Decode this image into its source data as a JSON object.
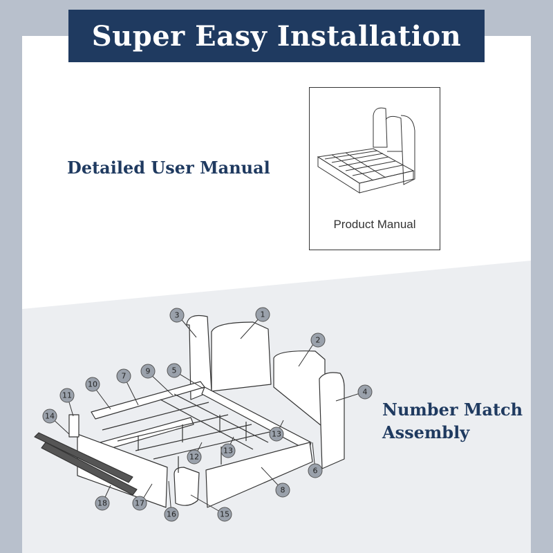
{
  "banner": {
    "title": "Super Easy Installation"
  },
  "section_manual": {
    "title": "Detailed User Manual",
    "caption": "Product Manual"
  },
  "section_assembly": {
    "title_line1": "Number Match",
    "title_line2": "Assembly"
  },
  "part_labels": [
    "1",
    "2",
    "3",
    "4",
    "5",
    "6",
    "7",
    "8",
    "9",
    "10",
    "11",
    "12",
    "13",
    "13",
    "14",
    "15",
    "16",
    "17",
    "18"
  ],
  "colors": {
    "navy": "#1f3a60",
    "background": "#b8c0cc",
    "panel": "#ffffff",
    "callout_fill": "#9aa1ab",
    "line": "#333333"
  }
}
